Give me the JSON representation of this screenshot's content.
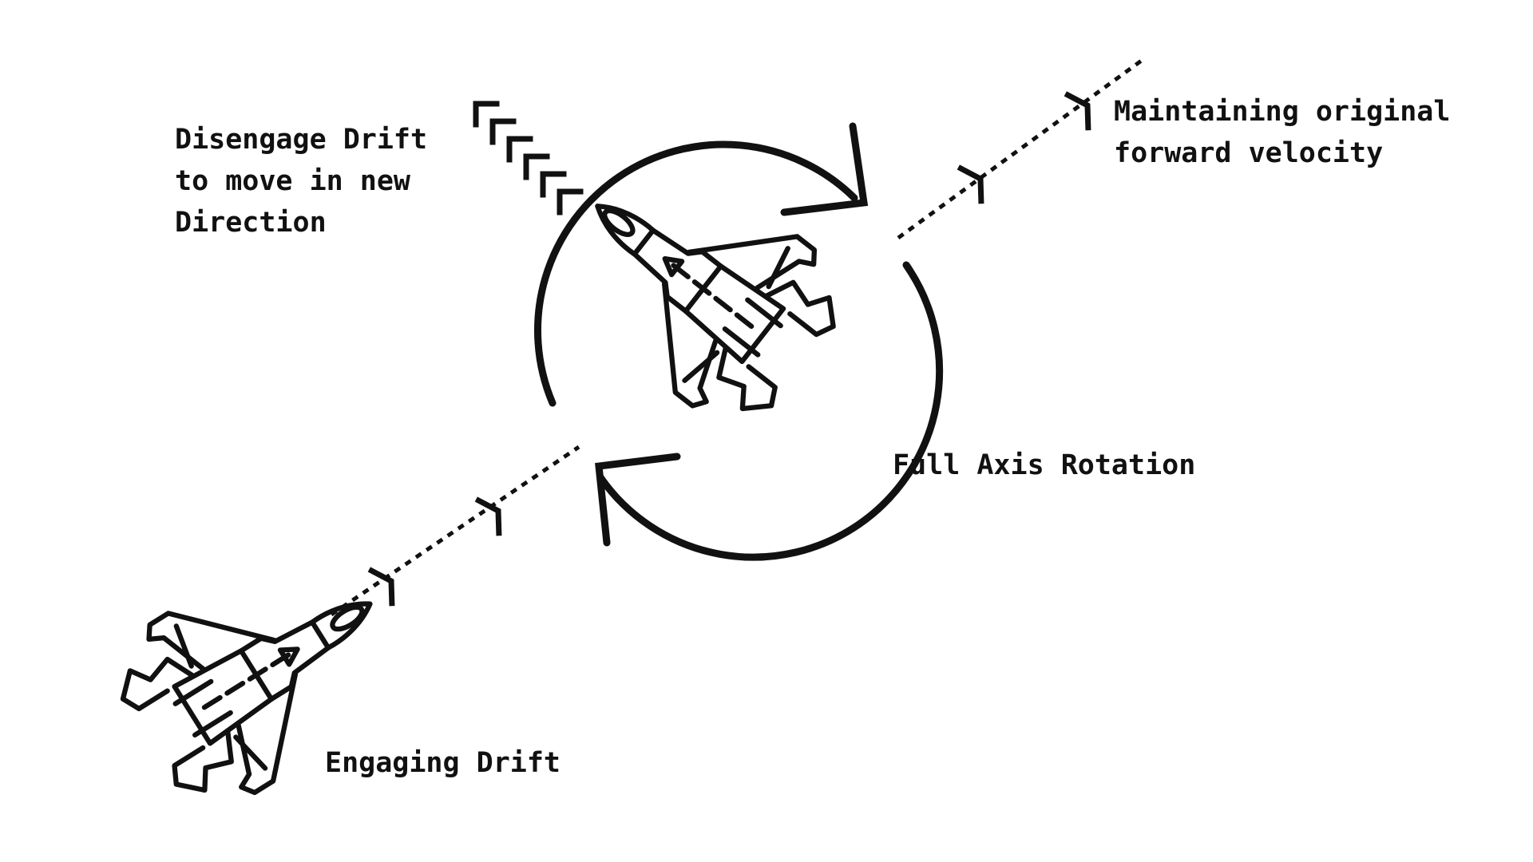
{
  "labels": {
    "disengage": [
      "Disengage Drift",
      "to move in new",
      "Direction"
    ],
    "maintain": [
      "Maintaining original",
      "forward velocity"
    ],
    "rotation": "Full Axis Rotation",
    "engaging": "Engaging Drift"
  },
  "colors": {
    "ink": "#111111",
    "background": "#ffffff"
  },
  "icons": [
    "fighter-jet-icon",
    "rotation-arrow-icon",
    "direction-chevron-icon",
    "thrust-chevron-icon"
  ]
}
